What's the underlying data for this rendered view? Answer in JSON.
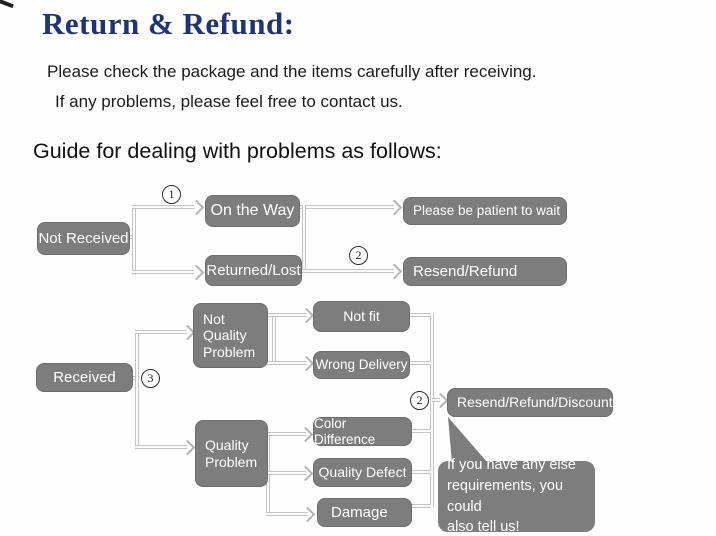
{
  "header": {
    "title": "Return & Refund:",
    "line1": "Please check the package and the items carefully after receiving.",
    "line2": "If any problems, please feel free to contact us."
  },
  "section_heading": "Guide for dealing with problems as follows:",
  "flowchart": {
    "nodes": {
      "not_received": "Not Received",
      "on_the_way": "On the Way",
      "returned_lost": "Returned/Lost",
      "please_wait": "Please be patient to wait",
      "resend_refund": "Resend/Refund",
      "received": "Received",
      "not_quality_problem": "Not\nQuality\nProblem",
      "not_fit": "Not fit",
      "wrong_delivery": "Wrong Delivery",
      "quality_problem": "Quality\nProblem",
      "color_difference": "Color Difference",
      "quality_defect": "Quality Defect",
      "damage": "Damage",
      "resend_refund_discount": "Resend/Refund/Discount"
    },
    "markers": {
      "step1": "1",
      "step2_top": "2",
      "step3": "3",
      "step2_bottom": "2"
    },
    "note_bubble": "If you have any else\nrequirements, you could\nalso tell us!"
  },
  "colors": {
    "title_navy": "#1e3478",
    "node_gray": "#7d7d7d",
    "node_text": "#ffffff",
    "connector_gray": "#c3c3c3",
    "body_text": "#1b1b1b"
  }
}
